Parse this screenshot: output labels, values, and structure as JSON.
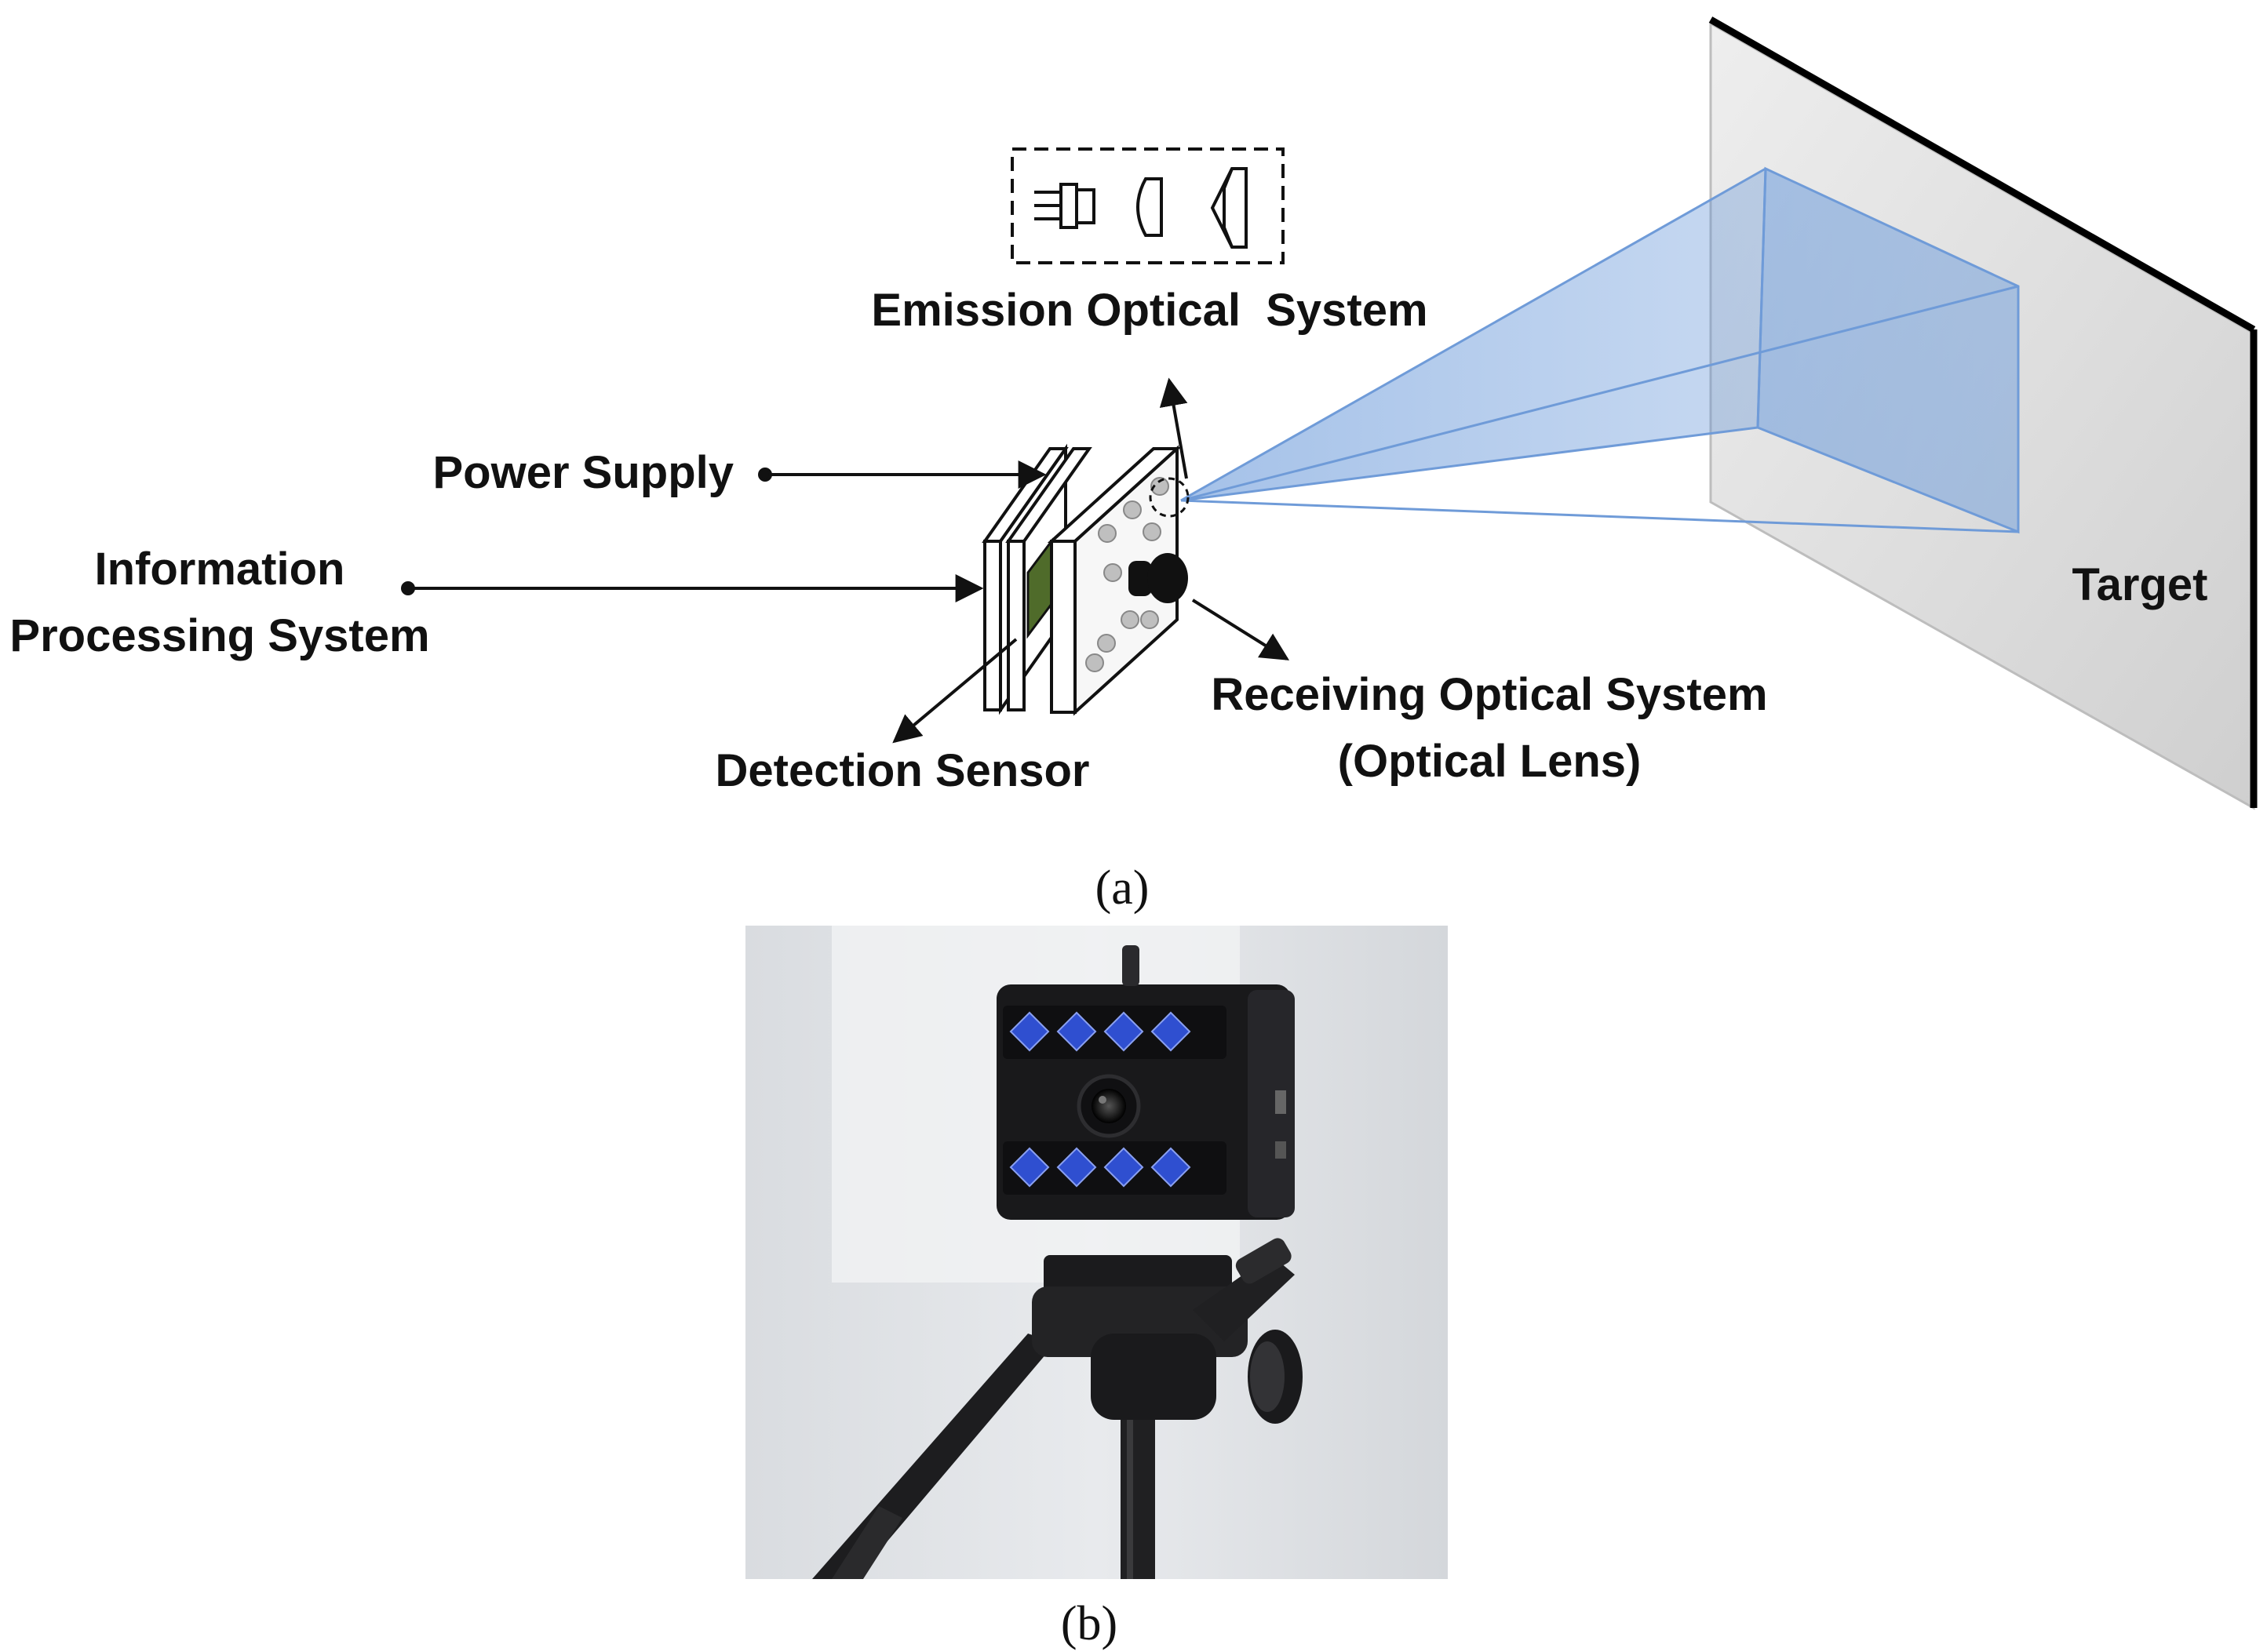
{
  "panel_a": {
    "caption": "(a)",
    "labels": {
      "emission": "Emission Optical  System",
      "power": "Power Supply",
      "info_line1": "Information",
      "info_line2": "Processing System",
      "detection": "Detection Sensor",
      "receiving_line1": "Receiving Optical System",
      "receiving_line2": "(Optical Lens)",
      "target": "Target"
    },
    "icons": [
      "laser-diode-icon",
      "lens-icon",
      "prism-icon"
    ],
    "colors": {
      "beam": "#5b8fd6",
      "sensor": "#4f6b2a",
      "ink": "#111111"
    }
  },
  "panel_b": {
    "caption": "(b)",
    "photo_description_icon": "camera-on-tripod-photo"
  }
}
